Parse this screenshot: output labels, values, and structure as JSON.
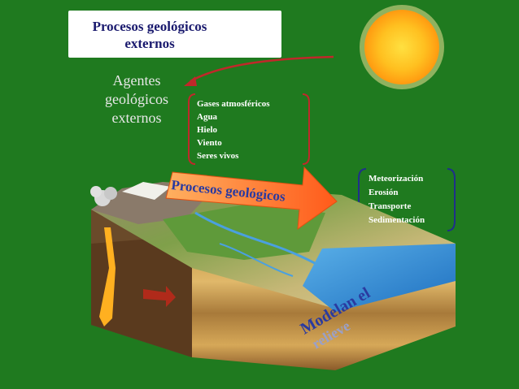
{
  "title": {
    "line1": "Procesos geológicos",
    "line2": "externos"
  },
  "agents_label": {
    "line1": "Agentes",
    "line2": "geológicos",
    "line3": "externos"
  },
  "agent_list": [
    "Gases atmosféricos",
    "Agua",
    "Hielo",
    "Viento",
    "Seres vivos"
  ],
  "arrow_label": "Procesos geológicos",
  "process_list": [
    "Meteorización",
    "Erosión",
    "Transporte",
    "Sedimentación"
  ],
  "land_label": {
    "line1": "Modelan el",
    "line2": "relieve"
  },
  "colors": {
    "background": "#1f7a1f",
    "title_text": "#1a1a6e",
    "arrow": "#ff6a2a",
    "bracket_red": "#c0282a",
    "bracket_blue": "#1f2f8a",
    "sun": "#ffb020"
  }
}
